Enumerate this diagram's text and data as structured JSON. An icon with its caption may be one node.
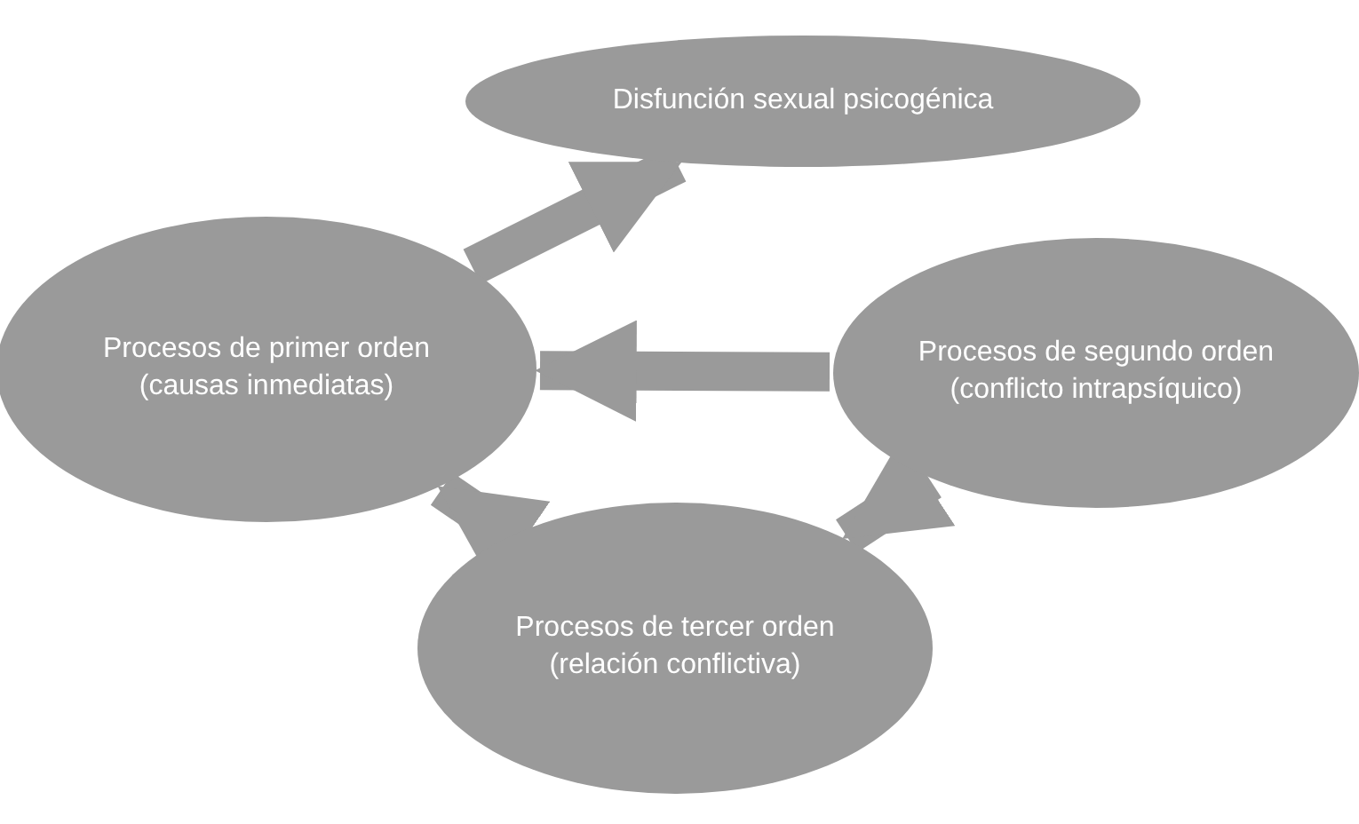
{
  "diagram": {
    "nodes": [
      {
        "text": [
          "Disfunción sexual psicogénica"
        ]
      },
      {
        "text": [
          "Procesos de primer orden",
          "(causas inmediatas)"
        ]
      },
      {
        "text": [
          "Procesos de segundo orden",
          "(conflicto intrapsíquico)"
        ]
      },
      {
        "text": [
          "Procesos de tercer orden",
          "(relación conflictiva)"
        ]
      }
    ],
    "edges": [
      {
        "from": 1,
        "to": 0,
        "arrow": "to"
      },
      {
        "from": 2,
        "to": 1,
        "arrow": "to"
      },
      {
        "from": 2,
        "to": 3,
        "arrow": "to"
      },
      {
        "from": 3,
        "to": 1,
        "arrow": "to"
      }
    ]
  }
}
